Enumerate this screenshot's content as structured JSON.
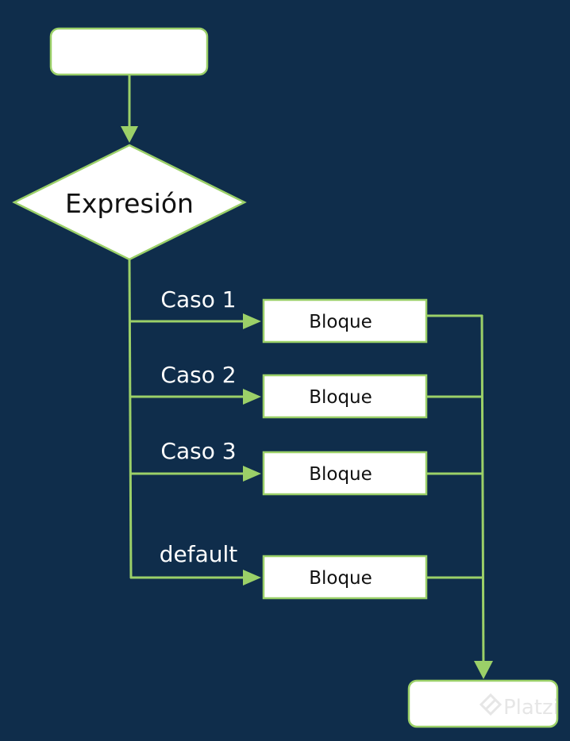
{
  "colors": {
    "background": "#0f2d4b",
    "connector": "#9bd068",
    "box_fill": "#ffffff",
    "box_text": "#111111",
    "label_text": "#ffffff",
    "watermark": "#ffffff"
  },
  "nodes": {
    "start": {
      "label": ""
    },
    "decision": {
      "label": "Expresión"
    },
    "blocks": [
      {
        "label": "Bloque"
      },
      {
        "label": "Bloque"
      },
      {
        "label": "Bloque"
      },
      {
        "label": "Bloque"
      }
    ],
    "end": {
      "label": ""
    }
  },
  "cases": [
    {
      "label": "Caso 1"
    },
    {
      "label": "Caso 2"
    },
    {
      "label": "Caso 3"
    },
    {
      "label": "default"
    }
  ],
  "watermark": {
    "text": "Platzi",
    "icon": "platzi-logo-icon"
  }
}
